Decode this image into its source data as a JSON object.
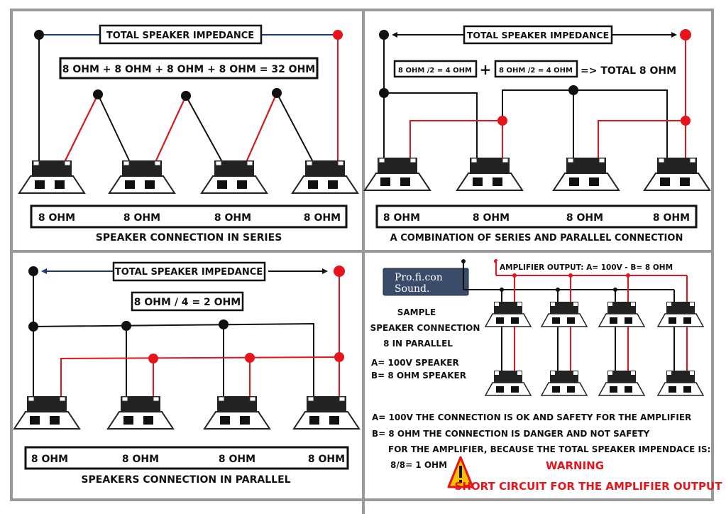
{
  "panel_series": {
    "title": "TOTAL SPEAKER IMPEDANCE",
    "formula": "8 OHM + 8 OHM + 8 OHM + 8 OHM = 32 OHM",
    "ohm_labels": [
      "8 OHM",
      "8 OHM",
      "8 OHM",
      "8 OHM"
    ],
    "caption": "SPEAKER CONNECTION IN SERIES"
  },
  "panel_combo": {
    "title": "TOTAL SPEAKER IMPEDANCE",
    "formula_a": "8 OHM /2 = 4 OHM",
    "plus": "+",
    "formula_b": "8 OHM /2 = 4 OHM",
    "result": "=> TOTAL 8 OHM",
    "ohm_labels": [
      "8 OHM",
      "8 OHM",
      "8 OHM",
      "8 OHM"
    ],
    "caption": "A COMBINATION OF SERIES AND PARALLEL CONNECTION"
  },
  "panel_parallel": {
    "title": "TOTAL SPEAKER IMPEDANCE",
    "formula": "8 OHM / 4 = 2 OHM",
    "ohm_labels": [
      "8 OHM",
      "8 OHM",
      "8 OHM",
      "8 OHM"
    ],
    "caption": "SPEAKERS CONNECTION IN PARALLEL"
  },
  "panel_sample": {
    "logo_line1": "Pro.fi.con",
    "logo_line2": "Sound.",
    "heading": [
      "SAMPLE",
      "SPEAKER CONNECTION",
      "8  IN PARALLEL"
    ],
    "legend_a": "A= 100V SPEAKER",
    "legend_b": "B= 8 OHM SPEAKER",
    "amp_label": "AMPLIFIER OUTPUT:   A= 100V   -   B= 8 OHM",
    "note_a": "A= 100V THE CONNECTION IS OK AND SAFETY FOR THE AMPLIFIER",
    "note_b1": "B= 8 OHM THE CONNECTION IS DANGER AND NOT SAFETY",
    "note_b2": "FOR THE AMPLIFIER, BECAUSE THE TOTAL SPEAKER IMPENDACE IS:",
    "note_b3": "8/8= 1 OHM",
    "warning_title": "WARNING",
    "warning_text": "SHORT CIRCUIT FOR THE AMPLIFIER OUTPUT",
    "warning_icon": "warning-triangle-icon"
  },
  "colors": {
    "wire_black": "#111111",
    "wire_red": "#e8141c",
    "frame": "#999999",
    "speaker": "#222222"
  }
}
